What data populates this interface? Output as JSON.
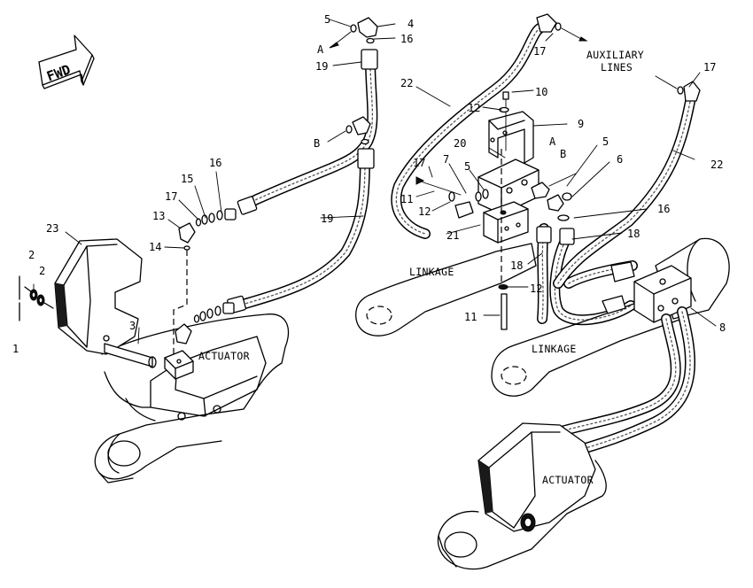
{
  "orientation_arrow": {
    "text": "FWD"
  },
  "text_labels": {
    "actuator_left": "ACTUATOR",
    "actuator_right": "ACTUATOR",
    "linkage_center": "LINKAGE",
    "linkage_right": "LINKAGE",
    "auxiliary_lines_1": "AUXILIARY",
    "auxiliary_lines_2": "LINES"
  },
  "callouts": [
    {
      "id": "c1",
      "text": "1"
    },
    {
      "id": "c2a",
      "text": "2"
    },
    {
      "id": "c2b",
      "text": "2"
    },
    {
      "id": "c3",
      "text": "3"
    },
    {
      "id": "c23",
      "text": "23"
    },
    {
      "id": "c13",
      "text": "13"
    },
    {
      "id": "c14",
      "text": "14"
    },
    {
      "id": "c15",
      "text": "15"
    },
    {
      "id": "c16a",
      "text": "16"
    },
    {
      "id": "c17a",
      "text": "17"
    },
    {
      "id": "c19a",
      "text": "19"
    },
    {
      "id": "c19b",
      "text": "19"
    },
    {
      "id": "c5a",
      "text": "5"
    },
    {
      "id": "c4",
      "text": "4"
    },
    {
      "id": "c16b",
      "text": "16"
    },
    {
      "id": "cA1",
      "text": "A"
    },
    {
      "id": "cB1",
      "text": "B"
    },
    {
      "id": "c22a",
      "text": "22"
    },
    {
      "id": "c17b",
      "text": "17"
    },
    {
      "id": "c10",
      "text": "10"
    },
    {
      "id": "c12a",
      "text": "12"
    },
    {
      "id": "c9",
      "text": "9"
    },
    {
      "id": "cA2",
      "text": "A"
    },
    {
      "id": "c20",
      "text": "20"
    },
    {
      "id": "cB2",
      "text": "B"
    },
    {
      "id": "c17c",
      "text": "17"
    },
    {
      "id": "c7",
      "text": "7"
    },
    {
      "id": "c5b",
      "text": "5"
    },
    {
      "id": "c5c",
      "text": "5"
    },
    {
      "id": "c6",
      "text": "6"
    },
    {
      "id": "c11a",
      "text": "11"
    },
    {
      "id": "c12b",
      "text": "12"
    },
    {
      "id": "c16c",
      "text": "16"
    },
    {
      "id": "c21",
      "text": "21"
    },
    {
      "id": "c18a",
      "text": "18"
    },
    {
      "id": "c18b",
      "text": "18"
    },
    {
      "id": "c12c",
      "text": "12"
    },
    {
      "id": "c11b",
      "text": "11"
    },
    {
      "id": "c17d",
      "text": "17"
    },
    {
      "id": "c22b",
      "text": "22"
    },
    {
      "id": "c8",
      "text": "8"
    }
  ]
}
